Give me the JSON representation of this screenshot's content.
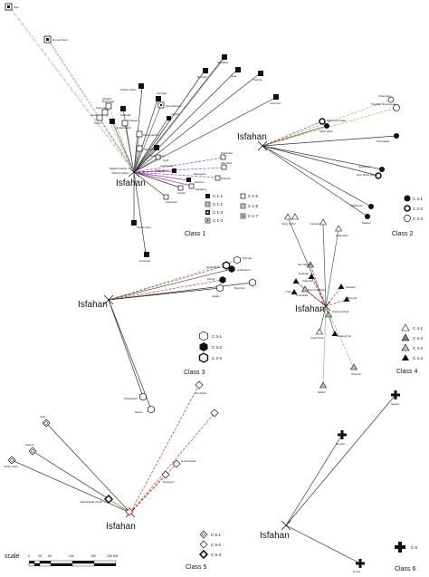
{
  "hub_name": "Isfahan",
  "panels": [
    {
      "class_label": "Class 1",
      "legend": [
        "C 1-1",
        "C 1-2",
        "C 1-3",
        "C 1-4",
        "C 1-5",
        "C 1-6",
        "C 1-7"
      ],
      "sites": [
        "Spiri",
        "Damet Abad",
        "Khalan Abad",
        "Sarhagh",
        "Beisheh",
        "Mandishi",
        "Naaj",
        "Sahzar",
        "Gharzad",
        "Qezelbalaghi",
        "Lagard",
        "Bayzhaak",
        "Galmak",
        "Laveh",
        "Tarch",
        "Sakhdak",
        "Ghaleh Sarb",
        "Paagan",
        "Shaaryazdan",
        "Mallard Dekhti",
        "Shareh Qohan",
        "Shmiaza",
        "Mondolegah",
        "Gigh",
        "Golshashd",
        "Tabarmaleh",
        "Koramab",
        "Sheyjam",
        "Pishtridan",
        "Alambad",
        "Dhamid",
        "Ramayarli",
        "Mechen",
        "Garam",
        "Gachaleh",
        "Madanhy",
        "Abadeh"
      ]
    },
    {
      "class_label": "Class 2",
      "legend": [
        "C 2-1",
        "C 2-2",
        "C 2-3"
      ],
      "sites": [
        "Changany",
        "Tarakieh Shemalyan",
        "Mahmoud Abad",
        "Taleh Maal",
        "Ghortabaki",
        "Gardnesh",
        "Dieh Rahe Hamm",
        "Bakshehi",
        "Naaren"
      ]
    },
    {
      "class_label": "Class 3",
      "legend": [
        "C 3-1",
        "C 3-2",
        "C 3-3"
      ],
      "sites": [
        "Shimah",
        "Dezil Abad",
        "Golkhaneh",
        "Mengi",
        "Bayzoek",
        "Halabi",
        "Khaleskarh",
        "Muteh"
      ]
    },
    {
      "class_label": "Class 4",
      "legend": [
        "C 4-1",
        "C 4-2",
        "C 4-3",
        "C 4-4"
      ],
      "sites": [
        "Sang Sorkh",
        "Imamleh",
        "Galenaleh",
        "Sar Tappeh",
        "Dashtak",
        "Kabudeh",
        "Koorabad",
        "Tiab",
        "Mehmu Zadeh",
        "Esfarjan",
        "Bonyad",
        "Khoram Abad",
        "Azad Khan",
        "Jahangir Ab",
        "Shamsh",
        "Mashir"
      ]
    },
    {
      "class_label": "Class 5",
      "legend": [
        "C 5-1",
        "C 5-2",
        "C 5-3"
      ],
      "sites": [
        "Arak",
        "Soltani",
        "Jahan Abad",
        "Emamzadeh",
        "Dar Molla",
        "Hasanjeh",
        "Asgharabad Tapah"
      ]
    },
    {
      "class_label": "Class 6",
      "legend": [
        "C 6"
      ],
      "sites": [
        "Sanjari",
        "Neydan",
        "Dowst"
      ]
    }
  ],
  "scale": {
    "label": "scale",
    "ticks": [
      "0",
      "25",
      "50",
      "100",
      "150",
      "200 KM"
    ]
  }
}
